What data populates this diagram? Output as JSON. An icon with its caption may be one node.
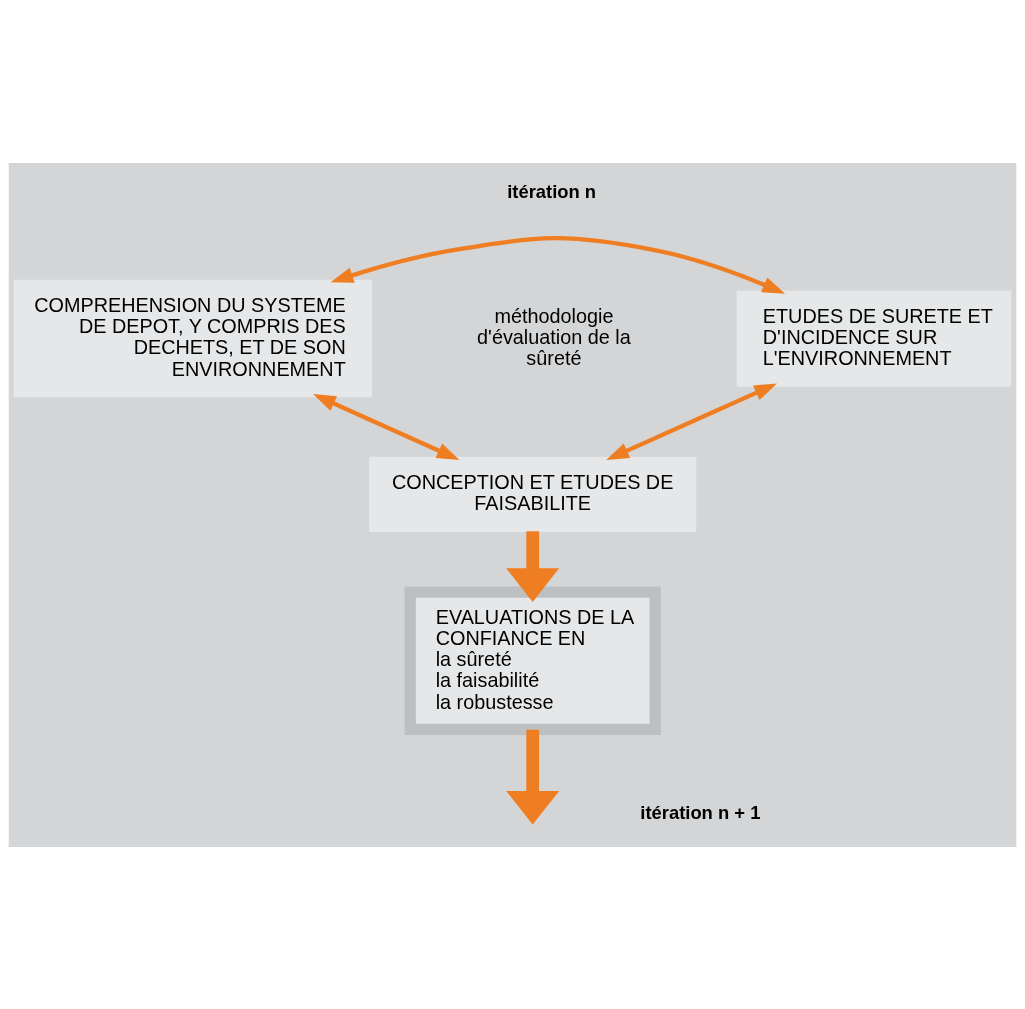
{
  "diagram": {
    "nodes": [
      {
        "text": [
          "COMPREHENSION DU SYSTEME DE DEPOT, Y COMPRIS DES DECHETS, ET DE SON ENVIRONNEMENT"
        ]
      },
      {
        "text": [
          "ETUDES DE SURETE ET D'INCIDENCE SUR L'ENVIRONNEMENT"
        ]
      },
      {
        "text": [
          "méthodologie d'évaluation de la sûreté"
        ]
      },
      {
        "text": [
          "CONCEPTION ET ETUDES DE FAISABILITE"
        ]
      },
      {
        "text": [
          "EVALUATIONS DE LA CONFIANCE EN",
          "la sûreté",
          "la faisabilité",
          "la robustesse"
        ]
      }
    ],
    "edges": [
      {
        "from": 0,
        "to": 1,
        "arrow": "both"
      },
      {
        "from": 0,
        "to": 3,
        "arrow": "both"
      },
      {
        "from": 1,
        "to": 3,
        "arrow": "both"
      },
      {
        "from": 3,
        "to": 4,
        "arrow": "to",
        "style": "thick"
      },
      {
        "from": 4,
        "to": null,
        "arrow": "to",
        "style": "thick"
      }
    ],
    "labels": [
      "itération n",
      "itération n + 1"
    ]
  }
}
